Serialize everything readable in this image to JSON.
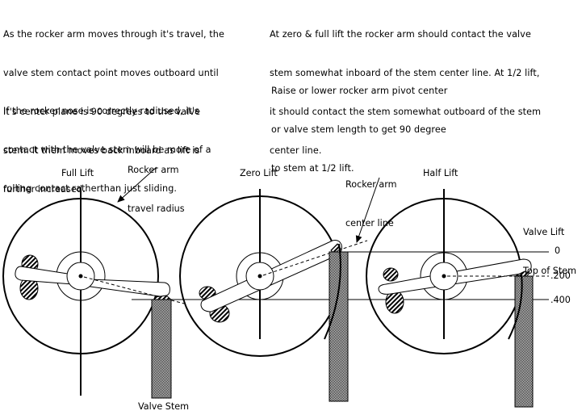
{
  "notes": {
    "left_para1": [
      "As the rocker arm moves through it's travel, the",
      "valve stem contact point moves outboard until",
      "it's center plane is 90 degrees to the valve",
      "stem. It them moves back inboard as lift is",
      "further increased."
    ],
    "left_para2": [
      "If the rocker nose is correctly radiused, it's",
      "contact with the valve stem will be more of a",
      "rolling contact ratherthan just sliding."
    ],
    "right_para1": [
      "At zero & full lift the rocker arm should contact the valve",
      "stem somewhat inboard of the stem center line. At 1/2 lift,",
      "it should contact the stem somewhat outboard of the stem",
      "center line."
    ],
    "right_para2": [
      "Raise or lower rocker arm pivot center",
      "or valve stem length to get 90 degree",
      "to stem at 1/2 lift."
    ]
  },
  "labels": {
    "full_lift": "Full Lift",
    "zero_lift": "Zero Lift",
    "half_lift": "Half Lift",
    "travel_radius": [
      "Rocker arm",
      "travel radius"
    ],
    "center_line": [
      "Rocker arm",
      "center line"
    ],
    "valve_stem": "Valve Stem",
    "valve_lift_title": [
      "Valve Lift",
      "Top of Stem"
    ],
    "lift_values": [
      "0",
      ".200",
      ".400"
    ]
  },
  "diagrams": [
    {
      "name": "full-lift",
      "lift": "full"
    },
    {
      "name": "zero-lift",
      "lift": "zero"
    },
    {
      "name": "half-lift",
      "lift": "half"
    }
  ]
}
